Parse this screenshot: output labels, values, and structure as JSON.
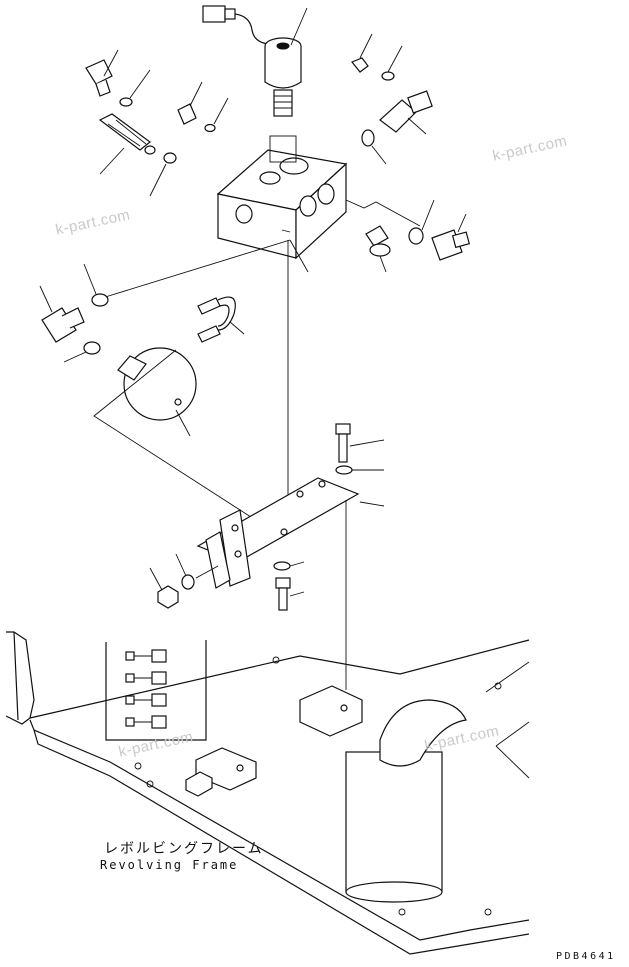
{
  "watermarks": [
    "k-part.com",
    "k-part.com",
    "k-part.com",
    "k-part.com"
  ],
  "caption": {
    "japanese": "レボルビングフレーム",
    "english": "Revolving Frame"
  },
  "drawing_code": "PDB4641"
}
